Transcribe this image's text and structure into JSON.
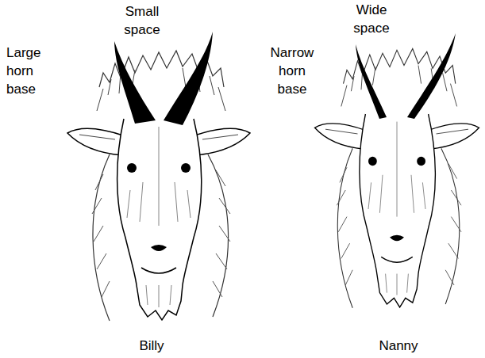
{
  "diagram": {
    "labels": [
      "Small space",
      "Large horn base",
      "Billy",
      "Wide space",
      "Narrow horn base",
      "Nanny"
    ]
  }
}
